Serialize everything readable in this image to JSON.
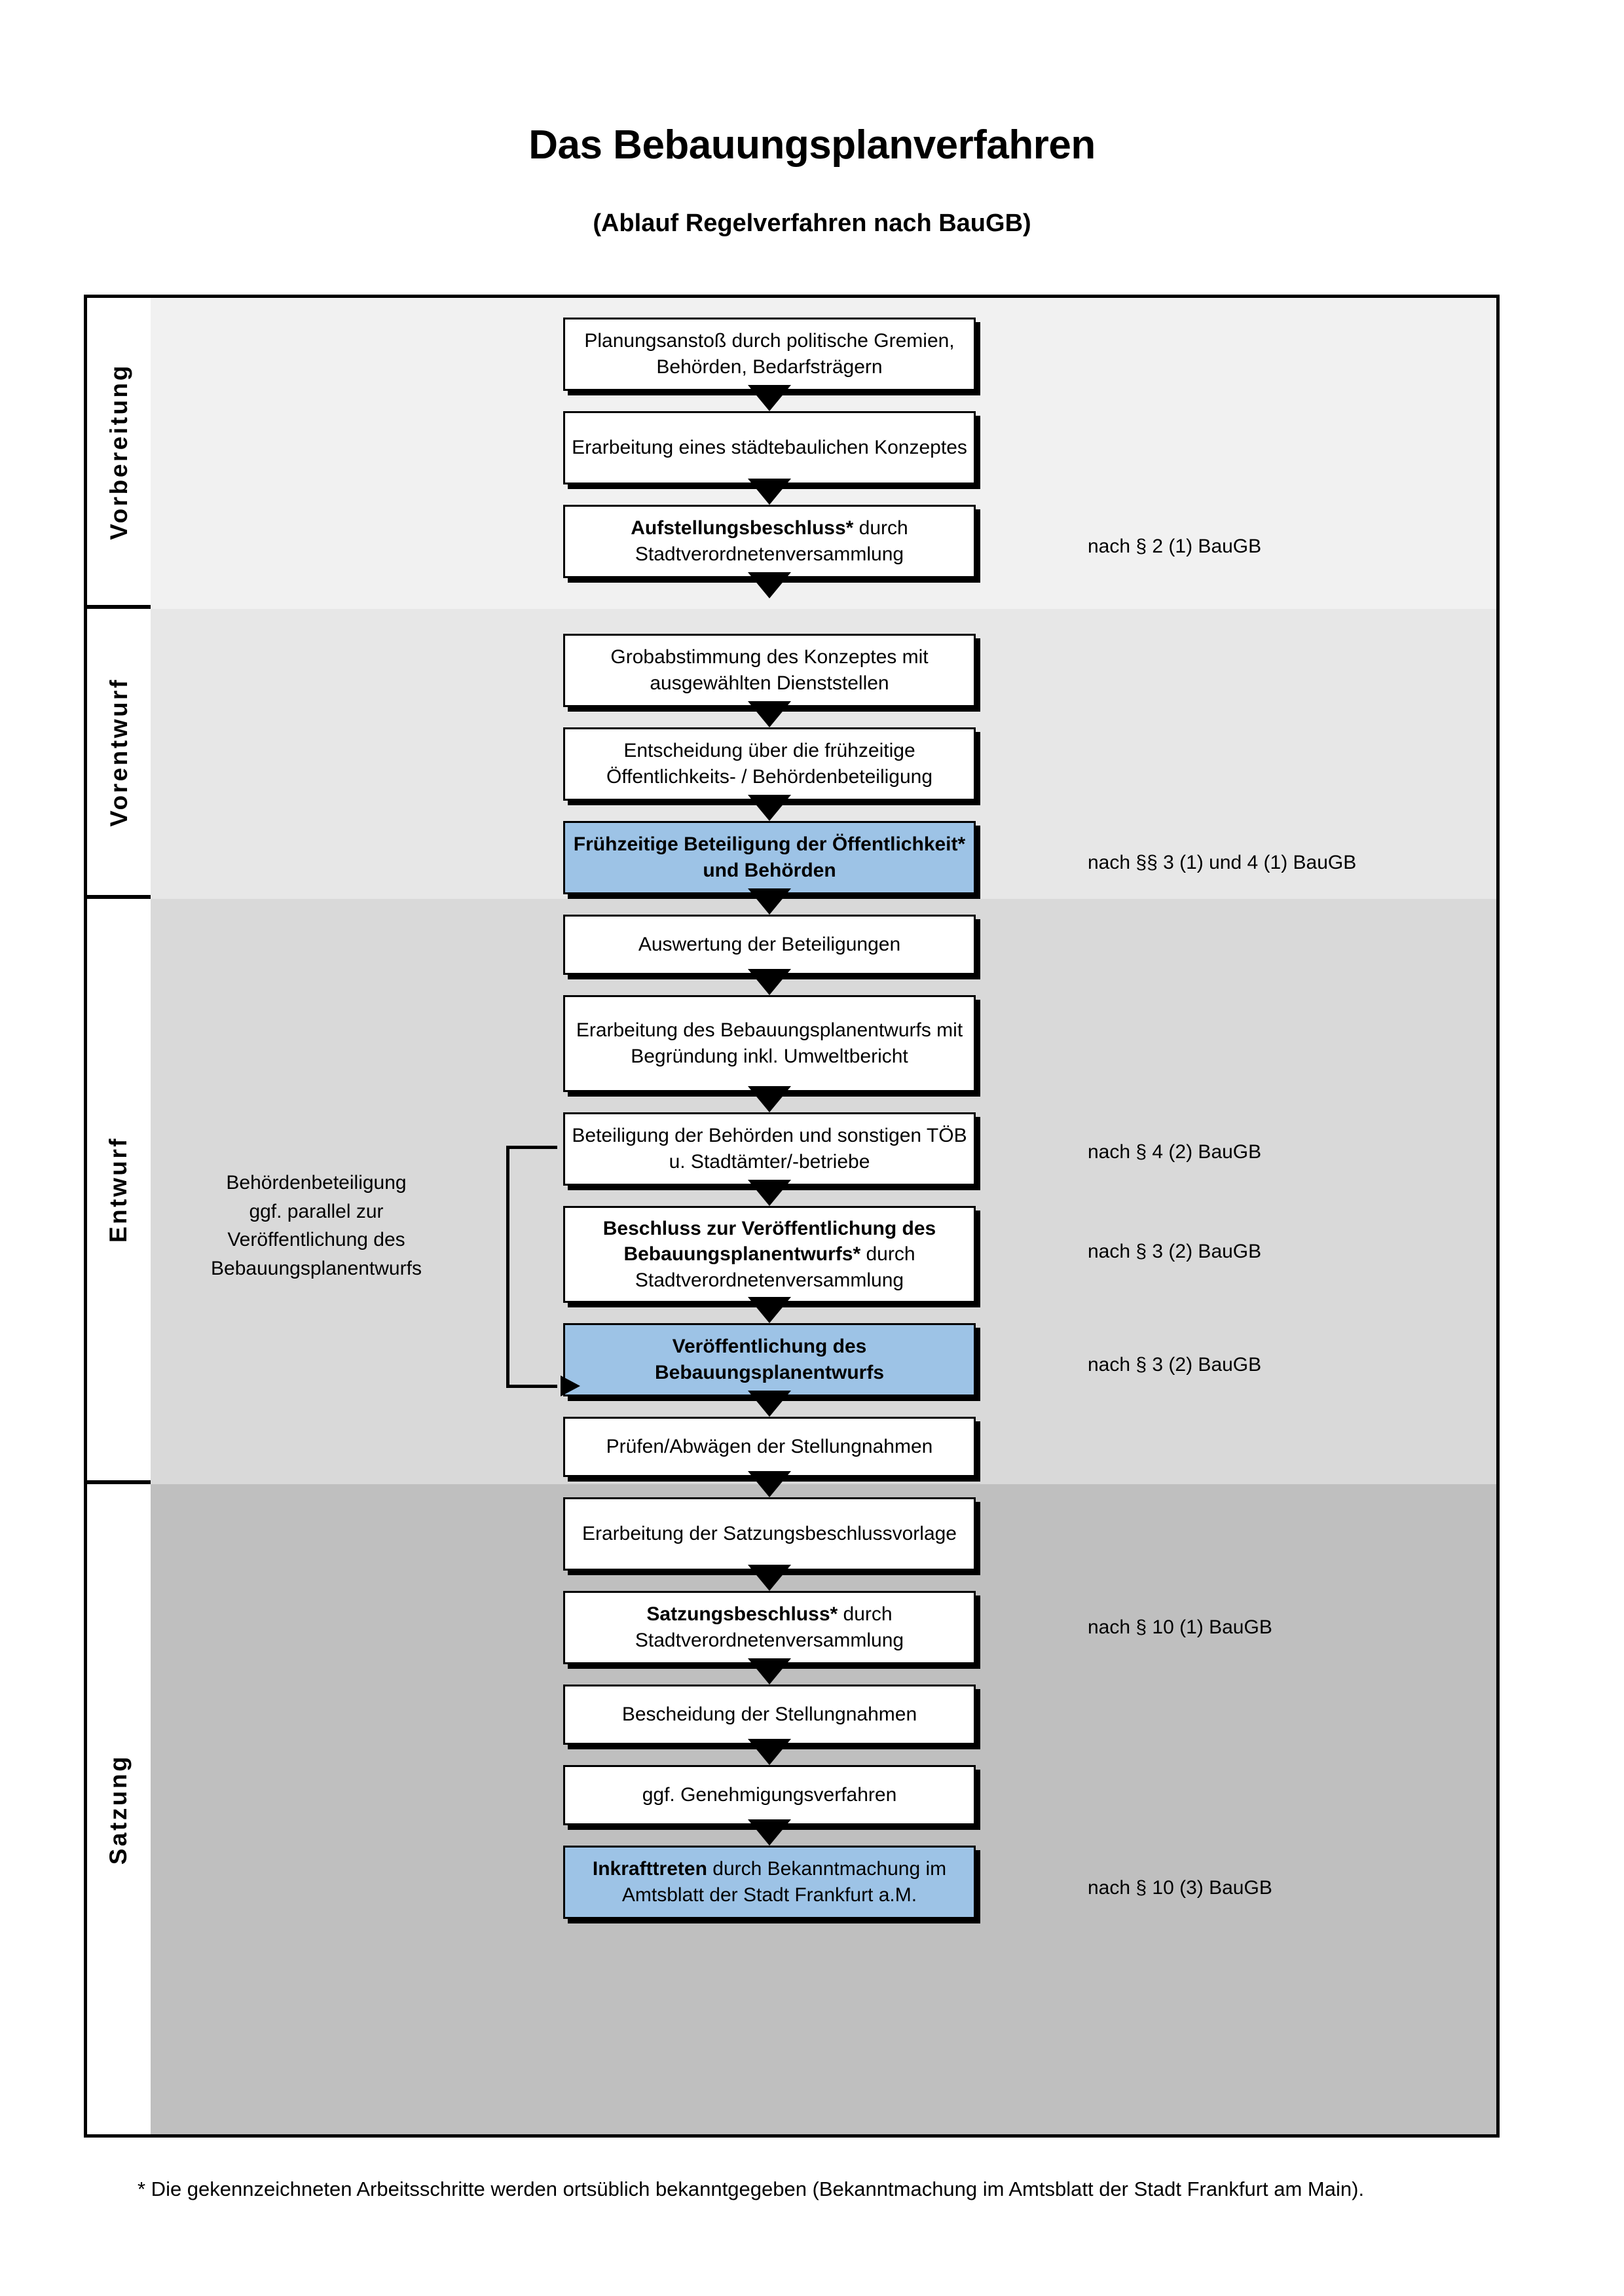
{
  "header": {
    "title": "Das Bebauungsplanverfahren",
    "subtitle": "(Ablauf Regelverfahren nach BauGB)"
  },
  "colors": {
    "band_vorbereitung": "#F1F1F1",
    "band_vorentwurf": "#E7E7E7",
    "band_entwurf": "#D9D9D9",
    "band_satzung": "#BFBFBF",
    "highlight_box": "#9DC3E6",
    "line": "#000000",
    "box_fill": "#FFFFFF"
  },
  "phases": [
    {
      "label": "Vorbereitung"
    },
    {
      "label": "Vorentwurf"
    },
    {
      "label": "Entwurf"
    },
    {
      "label": "Satzung"
    }
  ],
  "steps": [
    {
      "phase": "Vorbereitung",
      "text": "Planungsanstoß durch politische Gremien, Behörden, Bedarfsträgern",
      "bold": false,
      "highlight": false
    },
    {
      "phase": "Vorbereitung",
      "text": "Erarbeitung eines städtebaulichen Konzeptes",
      "bold": false,
      "highlight": false
    },
    {
      "phase": "Vorbereitung",
      "text": "Aufstellungsbeschluss* durch Stadtverordnetenversammlung",
      "strong": "Aufstellungsbeschluss*",
      "rest": " durch Stadtverordnetenversammlung",
      "bold": "partial",
      "highlight": false
    },
    {
      "phase": "Vorentwurf",
      "text": "Grobabstimmung des Konzeptes mit ausgewählten Dienststellen",
      "bold": false,
      "highlight": false
    },
    {
      "phase": "Vorentwurf",
      "text": "Entscheidung über die frühzeitige Öffentlichkeits- / Behördenbeteiligung",
      "bold": false,
      "highlight": false
    },
    {
      "phase": "Vorentwurf",
      "text": "Frühzeitige Beteiligung der Öffentlichkeit* und Behörden",
      "bold": true,
      "highlight": true
    },
    {
      "phase": "Entwurf",
      "text": "Auswertung der Beteiligungen",
      "bold": false,
      "highlight": false
    },
    {
      "phase": "Entwurf",
      "text": "Erarbeitung des Bebauungsplanentwurfs mit Begründung inkl. Umweltbericht",
      "bold": false,
      "highlight": false
    },
    {
      "phase": "Entwurf",
      "text": "Beteiligung der Behörden und sonstigen TÖB u. Stadtämter/-betriebe",
      "bold": false,
      "highlight": false
    },
    {
      "phase": "Entwurf",
      "text": "Beschluss zur Veröffentlichung des Bebauungsplanentwurfs* durch Stadtverordnetenversammlung",
      "strong": "Beschluss zur Veröffentlichung des Bebauungsplanentwurfs*",
      "rest": " durch Stadtverordnetenversammlung",
      "bold": "partial",
      "highlight": false
    },
    {
      "phase": "Entwurf",
      "text": "Veröffentlichung des Bebauungsplanentwurfs",
      "bold": true,
      "highlight": true
    },
    {
      "phase": "Satzung",
      "text": "Prüfen/Abwägen der Stellungnahmen",
      "bold": false,
      "highlight": false
    },
    {
      "phase": "Satzung",
      "text": "Erarbeitung der Satzungsbeschlussvorlage",
      "bold": false,
      "highlight": false
    },
    {
      "phase": "Satzung",
      "text": "Satzungsbeschluss* durch Stadtverordnetenversammlung",
      "strong": "Satzungsbeschluss*",
      "rest": " durch Stadtverordnetenversammlung",
      "bold": "partial",
      "highlight": false
    },
    {
      "phase": "Satzung",
      "text": "Bescheidung der Stellungnahmen",
      "bold": false,
      "highlight": false
    },
    {
      "phase": "Satzung",
      "text": "ggf. Genehmigungsverfahren",
      "bold": false,
      "highlight": false
    },
    {
      "phase": "Satzung",
      "text": "Inkrafttreten durch Bekanntmachung im Amtsblatt der Stadt Frankfurt a.M.",
      "strong": "Inkrafttreten",
      "rest": " durch Bekanntmachung im Amtsblatt der Stadt Frankfurt a.M.",
      "bold": "partial",
      "highlight": true
    }
  ],
  "law_refs": [
    {
      "text": "nach § 2 (1) BauGB",
      "for_step": "Aufstellungsbeschluss* durch Stadtverordnetenversammlung"
    },
    {
      "text": "nach §§ 3 (1) und 4 (1) BauGB",
      "for_step": "Frühzeitige Beteiligung der Öffentlichkeit* und Behörden"
    },
    {
      "text": "nach § 4 (2) BauGB",
      "for_step": "Beteiligung der Behörden und sonstigen TÖB u. Stadtämter/-betriebe"
    },
    {
      "text": "nach § 3 (2) BauGB",
      "for_step": "Beschluss zur Veröffentlichung des Bebauungsplanentwurfs* durch Stadtverordnetenversammlung"
    },
    {
      "text": "nach § 3 (2) BauGB",
      "for_step": "Veröffentlichung des Bebauungsplanentwurfs"
    },
    {
      "text": "nach § 10 (1) BauGB",
      "for_step": "Satzungsbeschluss* durch Stadtverordnetenversammlung"
    },
    {
      "text": "nach § 10 (3) BauGB",
      "for_step": "Inkrafttreten durch Bekanntmachung im Amtsblatt der Stadt Frankfurt a.M."
    }
  ],
  "side_note": {
    "lines": [
      "Behördenbeteiligung",
      "ggf. parallel zur",
      "Veröffentlichung des",
      "Bebauungsplanentwurfs"
    ],
    "full_text": "Behördenbeteiligung ggf. parallel zur Veröffentlichung des Bebauungsplanentwurfs"
  },
  "footnote": {
    "text": "* Die gekennzeichneten Arbeitsschritte werden ortsüblich bekanntgegeben (Bekanntmachung im Amtsblatt  der Stadt Frankfurt am Main)."
  }
}
